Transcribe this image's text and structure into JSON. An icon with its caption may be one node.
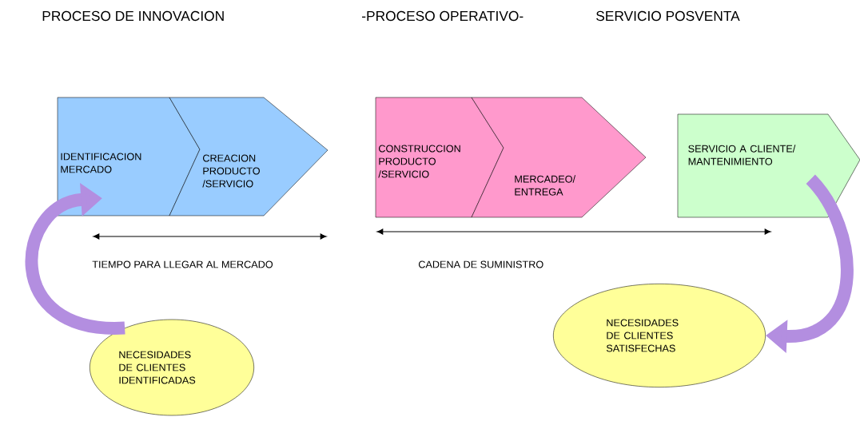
{
  "diagram": {
    "nodes": [
      {
        "text": [
          "IDENTIFICACION MERCADO"
        ]
      },
      {
        "text": [
          "CREACION PRODUCTO /SERVICIO"
        ]
      },
      {
        "text": [
          "CONSTRUCCION PRODUCTO /SERVICIO"
        ]
      },
      {
        "text": [
          "MERCADEO/ ENTREGA"
        ]
      },
      {
        "text": [
          "SERVICIO A CLIENTE/ MANTENIMIENTO"
        ]
      },
      {
        "text": [
          "NECESIDADES DE CLIENTES IDENTIFICADAS"
        ]
      },
      {
        "text": [
          "NECESIDADES DE CLIENTES SATISFECHAS"
        ]
      }
    ],
    "edges": [
      {
        "from": 5,
        "to": 0,
        "arrow": "to"
      },
      {
        "from": 4,
        "to": 6,
        "arrow": "to"
      }
    ],
    "labels": [
      "PROCESO DE INNOVACION",
      "-PROCESO OPERATIVO-",
      "SERVICIO POSVENTA",
      "TIEMPO PARA LLEGAR AL MERCADO",
      "CADENA DE SUMINISTRO"
    ]
  }
}
